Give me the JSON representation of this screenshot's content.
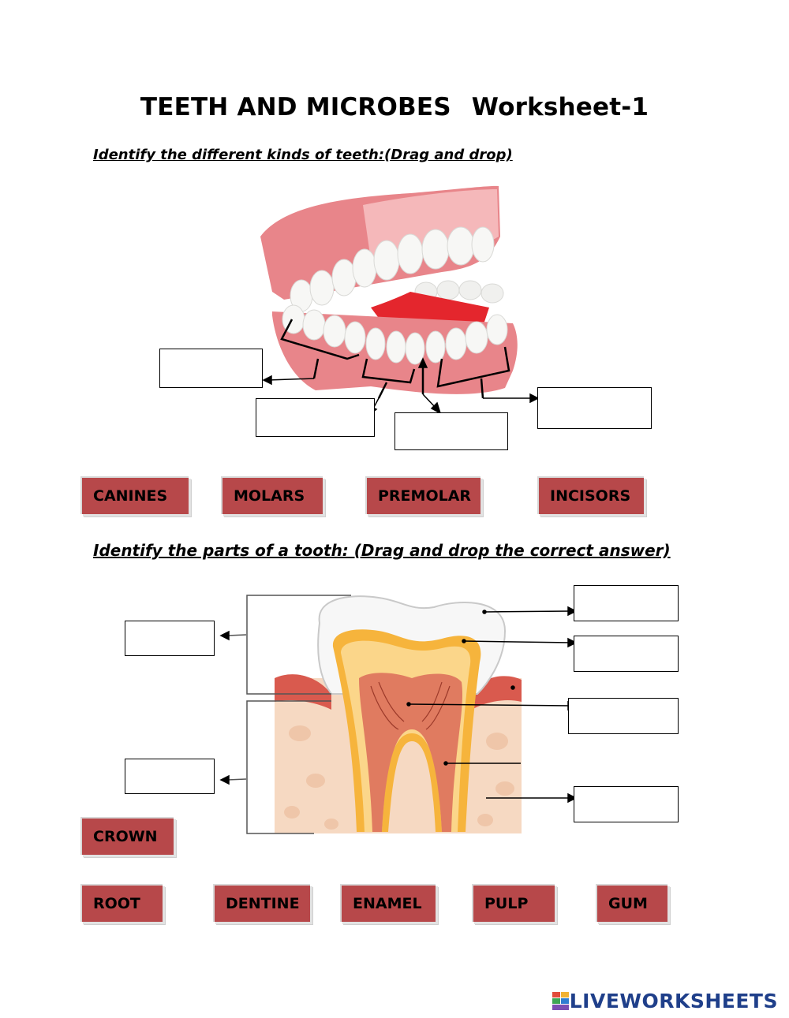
{
  "worksheet": {
    "title_main": "TEETH AND MICROBES",
    "title_sub": "Worksheet-1"
  },
  "section1": {
    "instruction": "Identify the different kinds of teeth:(Drag and drop)",
    "options": [
      "CANINES",
      "MOLARS",
      "PREMOLAR",
      "INCISORS"
    ]
  },
  "section2": {
    "instruction": "Identify the parts of a tooth: (Drag and drop the correct answer)",
    "options": [
      "CROWN",
      "ROOT",
      "DENTINE",
      "ENAMEL",
      "PULP",
      "GUM"
    ]
  },
  "footer": {
    "brand": "LIVEWORKSHEETS"
  },
  "colors": {
    "chip": "#b7484a",
    "gum": "#e8858a",
    "brand": "#1f3f8a"
  }
}
